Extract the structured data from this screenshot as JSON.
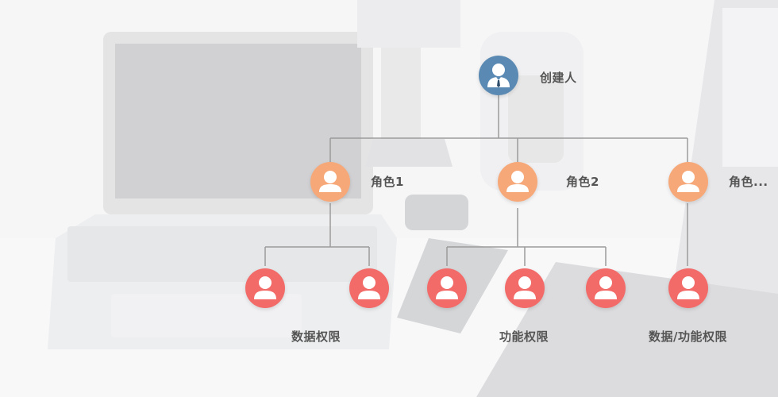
{
  "colors": {
    "creator": "#5a8ab3",
    "role": "#f7a878",
    "permission": "#f26b69",
    "line": "#9b9b9b",
    "label": "#555555"
  },
  "icons": {
    "creator": "businessman-icon",
    "role": "user-icon",
    "permission": "user-icon"
  },
  "creator": {
    "label": "创建人"
  },
  "roles": [
    {
      "label": "角色1"
    },
    {
      "label": "角色2"
    },
    {
      "label": "角色..."
    }
  ],
  "permission_groups": [
    {
      "label": "数据权限",
      "nodes": 2
    },
    {
      "label": "功能权限",
      "nodes": 3
    },
    {
      "label": "数据/功能权限",
      "nodes": 1
    }
  ]
}
